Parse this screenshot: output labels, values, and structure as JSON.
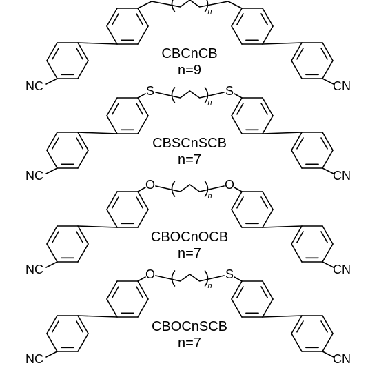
{
  "compounds": [
    {
      "name": "CBCnCB",
      "n_label": "n=9",
      "left_atom": "",
      "right_atom": "",
      "cn_left": "NC",
      "cn_right": "CN",
      "subscript": "n"
    },
    {
      "name": "CBSCnSCB",
      "n_label": "n=7",
      "left_atom": "S",
      "right_atom": "S",
      "cn_left": "NC",
      "cn_right": "CN",
      "subscript": "n"
    },
    {
      "name": "CBOCnOCB",
      "n_label": "n=7",
      "left_atom": "O",
      "right_atom": "O",
      "cn_left": "NC",
      "cn_right": "CN",
      "subscript": "n"
    },
    {
      "name": "CBOCnSCB",
      "n_label": "n=7",
      "left_atom": "O",
      "right_atom": "S",
      "cn_left": "NC",
      "cn_right": "CN",
      "subscript": "n"
    }
  ]
}
